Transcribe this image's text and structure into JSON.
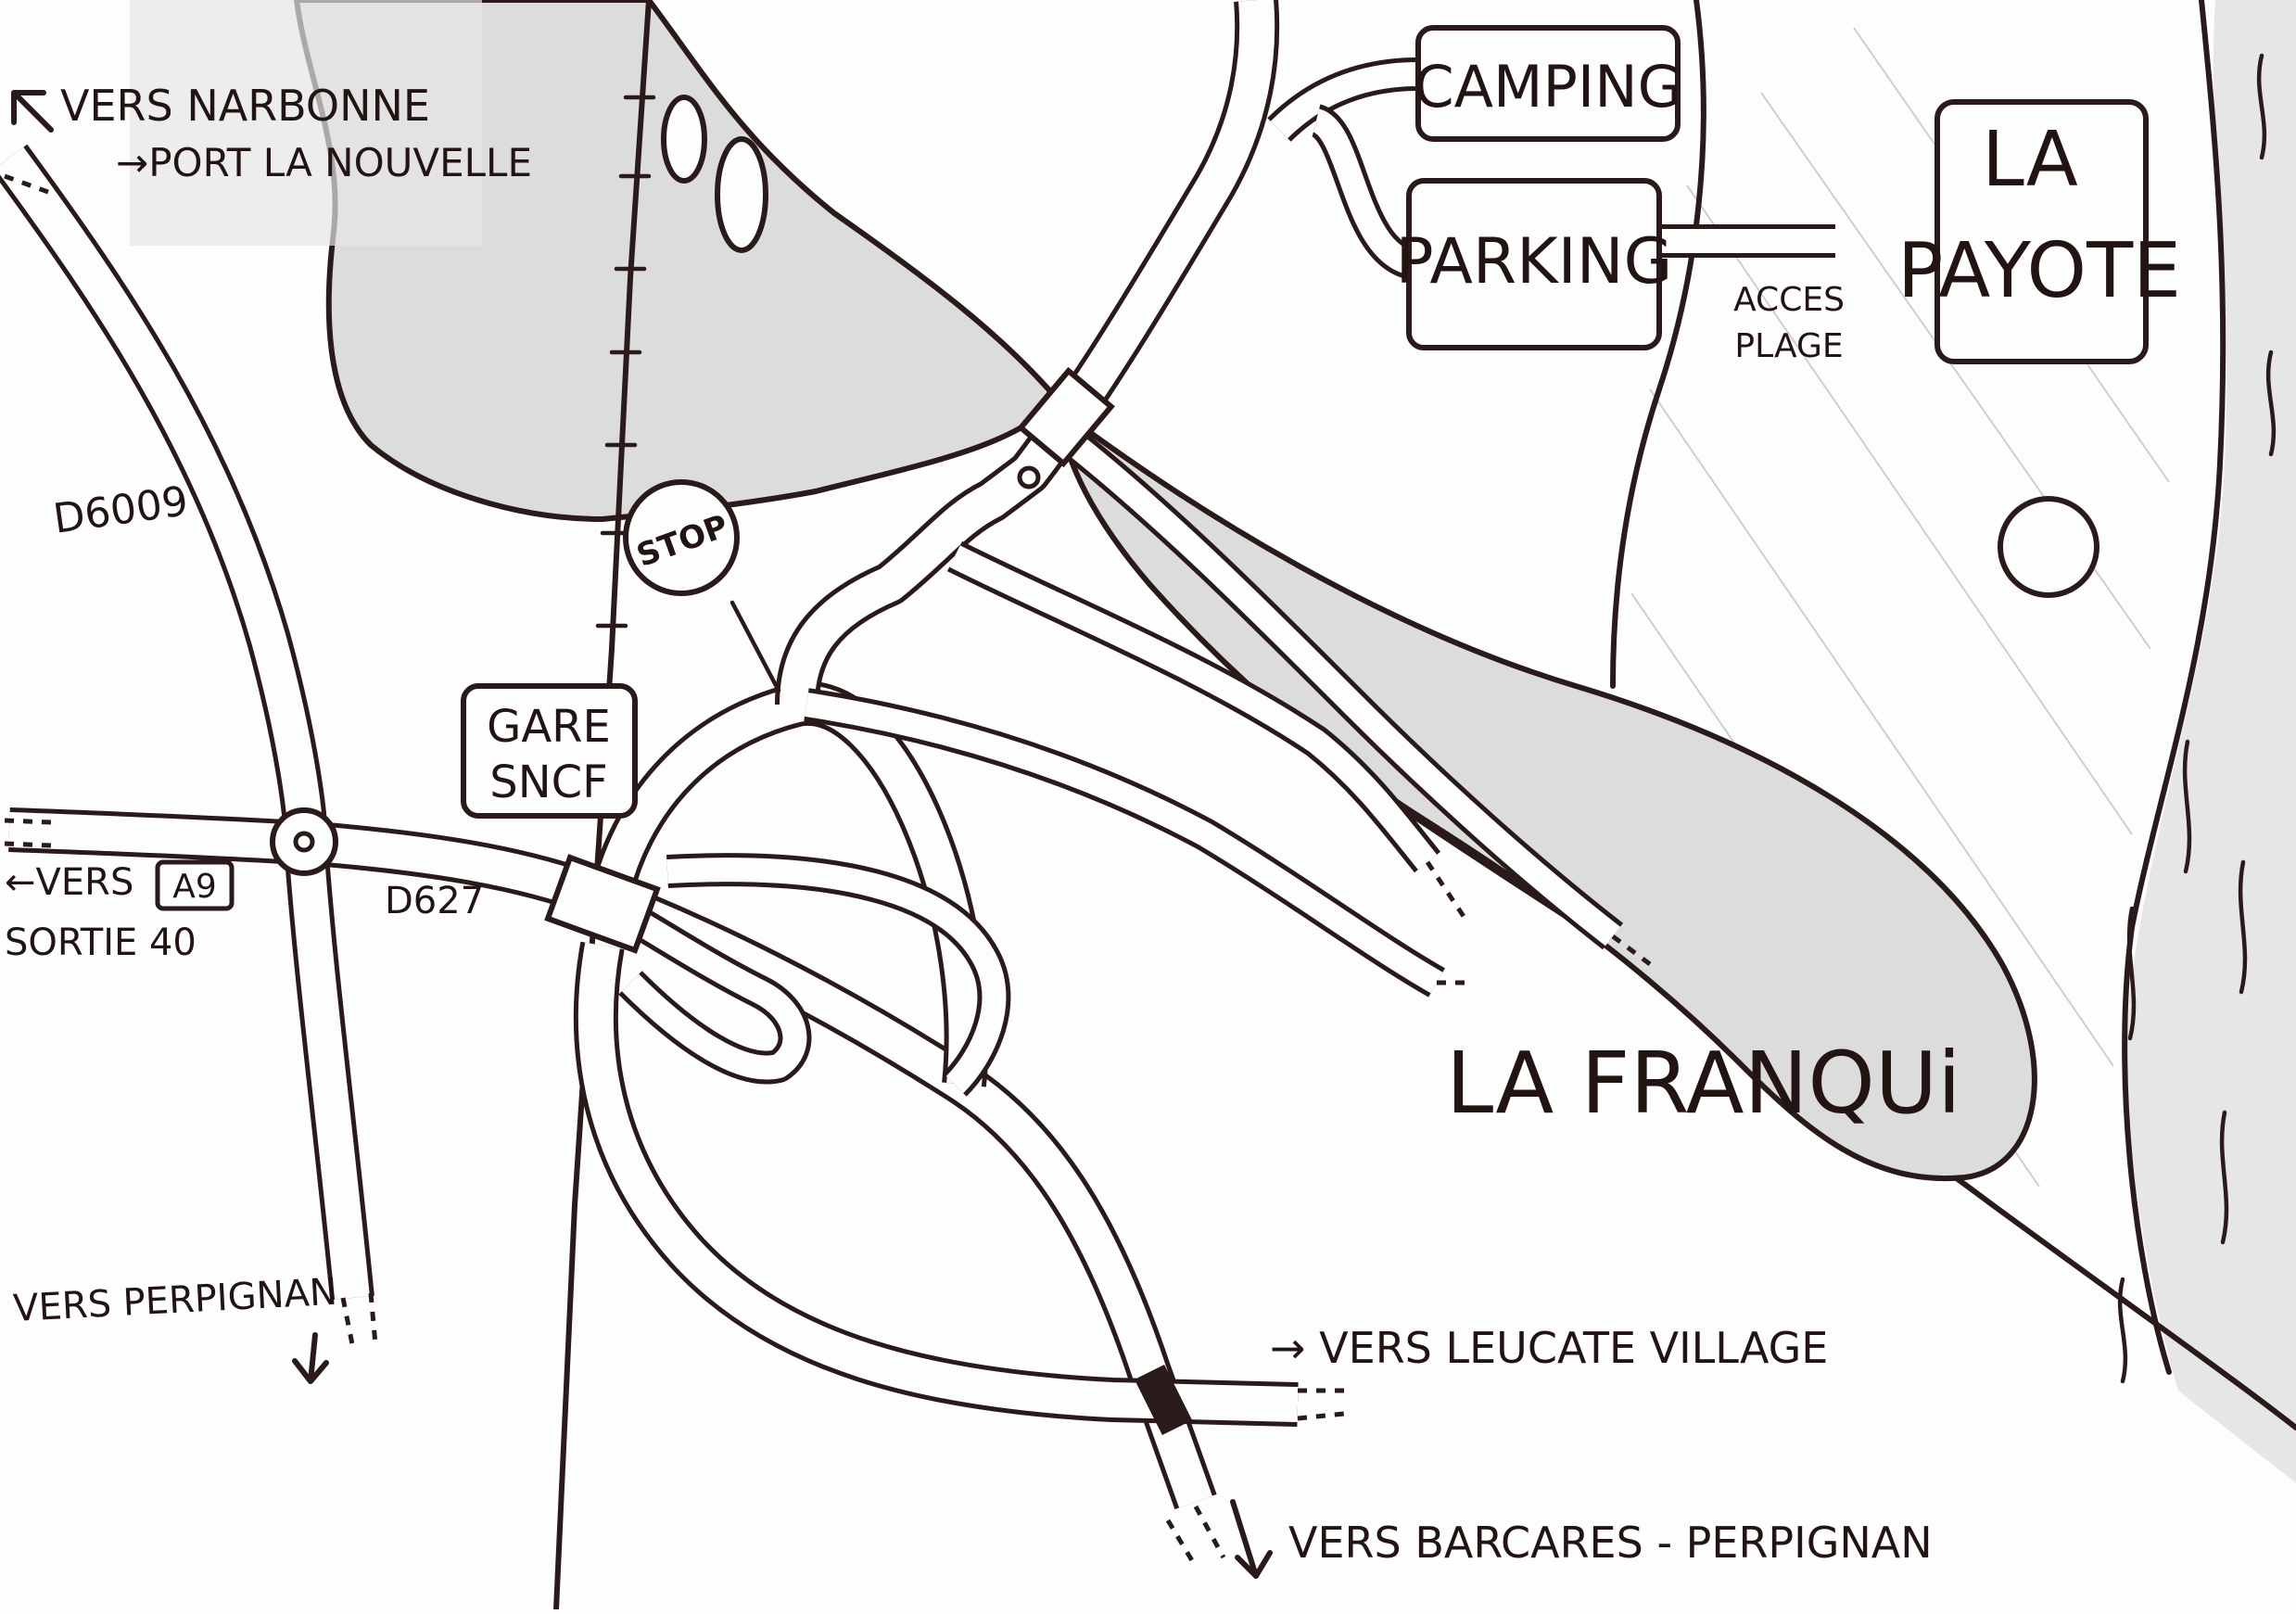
{
  "map": {
    "labels": {
      "vers_narbonne": "VERS NARBONNE",
      "port_la_nouvelle": "→PORT LA NOUVELLE",
      "d6009": "D6009",
      "vers_a9": "←VERS",
      "a9": "A9",
      "sortie_40": "SORTIE 40",
      "d627": "D627",
      "vers_perpignan": "VERS PERPIGNAN",
      "stop": "STOP",
      "gare": "GARE",
      "sncf": "SNCF",
      "camping": "CAMPING",
      "parking": "PARKING",
      "acces": "ACCES",
      "plage": "PLAGE",
      "la": "LA",
      "payote": "PAYOTE",
      "la_franqui": "LA FRANQUi",
      "vers_leucate": "→ VERS LEUCATE VILLAGE",
      "vers_barcares": "VERS BARCARES - PERPIGNAN"
    },
    "icons": [
      "arrow-up-left-icon",
      "arrow-down-icon",
      "arrow-down-right-icon",
      "roundabout-icon",
      "bridge-icon",
      "stop-sign-icon",
      "buoy-icon"
    ],
    "colors": {
      "ink": "#2a1a1a",
      "paper": "#fdfdfd",
      "water": "#dcdcdc",
      "sea": "#e8e8e8"
    }
  }
}
